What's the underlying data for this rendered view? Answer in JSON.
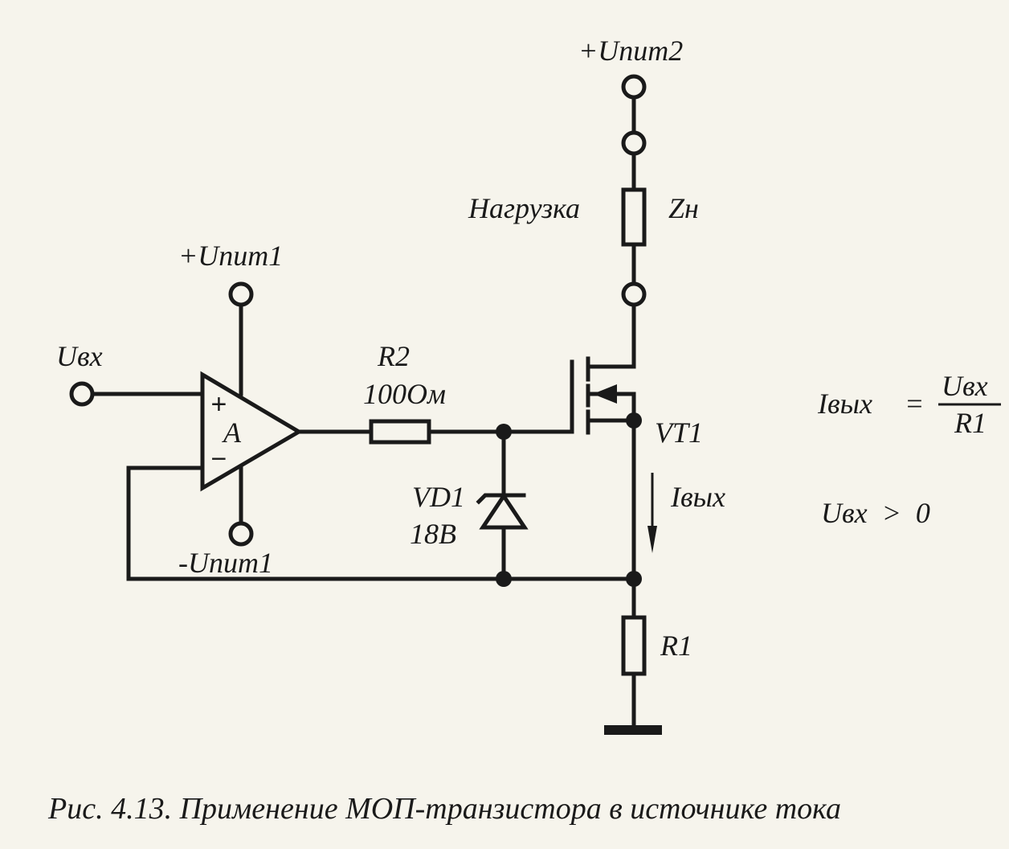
{
  "labels": {
    "supply2": "+Uпит2",
    "load": "Нагрузка",
    "load_impedance": "Zн",
    "supply1_pos": "+Uпит1",
    "supply1_neg": "-Uпит1",
    "input": "Uвх",
    "opamp_plus": "+",
    "opamp_minus": "−",
    "opamp_name": "A",
    "r2_name": "R2",
    "r2_value": "100Ом",
    "transistor": "VT1",
    "diode_name": "VD1",
    "diode_value": "18В",
    "output_current": "Iвых",
    "r1_name": "R1"
  },
  "formula": {
    "lhs": "Iвых",
    "eq": "=",
    "numerator": "Uвх",
    "denominator": "R1",
    "condition": "Uвх  >  0"
  },
  "caption": "Рис. 4.13. Применение МОП-транзистора в источнике тока"
}
